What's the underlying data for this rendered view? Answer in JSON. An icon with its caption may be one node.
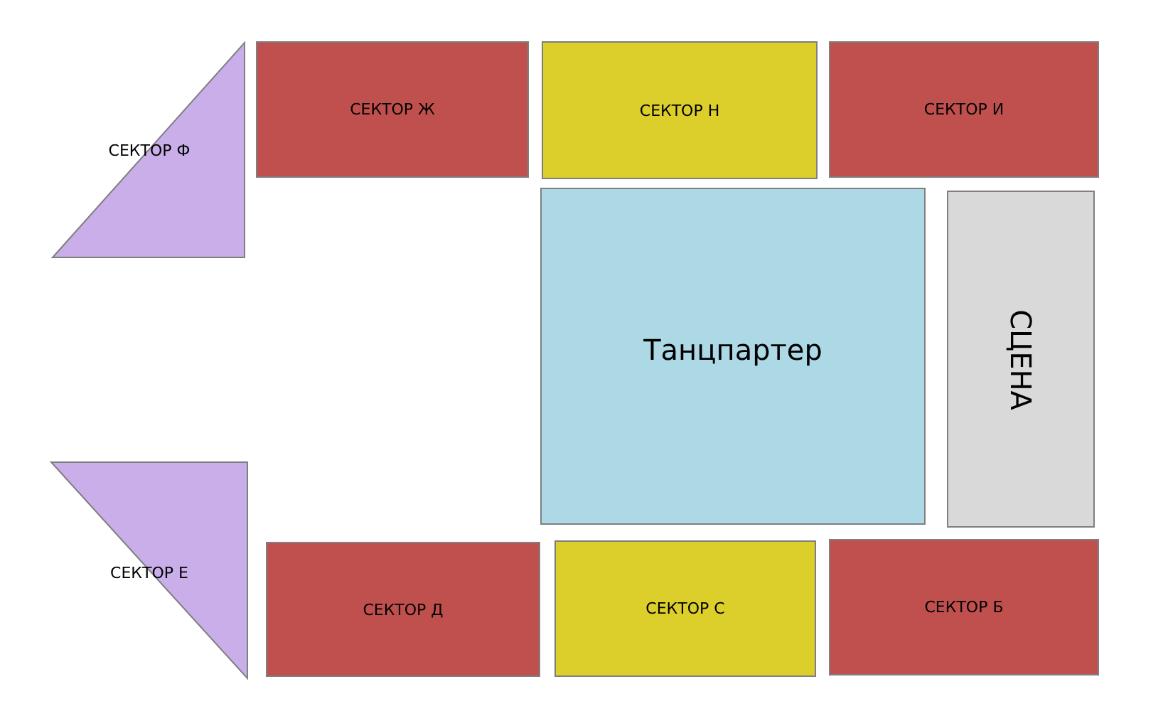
{
  "diagram": {
    "nodes": [
      {
        "text": [
          "СЕКТОР Ф"
        ]
      },
      {
        "text": [
          "СЕКТОР Ж"
        ]
      },
      {
        "text": [
          "СЕКТОР Н"
        ]
      },
      {
        "text": [
          "СЕКТОР И"
        ]
      },
      {
        "text": [
          "Танцпартер"
        ]
      },
      {
        "text": [
          "СЦЕНА"
        ]
      },
      {
        "text": [
          "СЕКТОР Е"
        ]
      },
      {
        "text": [
          "СЕКТОР Д"
        ]
      },
      {
        "text": [
          "СЕКТОР С"
        ]
      },
      {
        "text": [
          "СЕКТОР Б"
        ]
      }
    ]
  }
}
